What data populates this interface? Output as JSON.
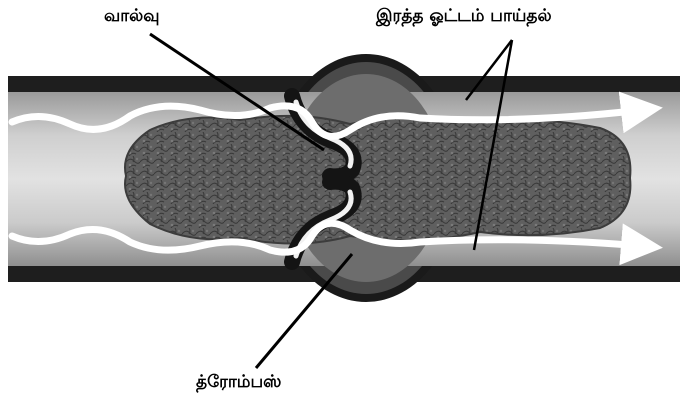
{
  "labels": {
    "valve": "வால்வு",
    "blood_flow": "இரத்த ஓட்டம் பாய்தல்",
    "thrombus": "த்ரோம்பஸ்"
  }
}
